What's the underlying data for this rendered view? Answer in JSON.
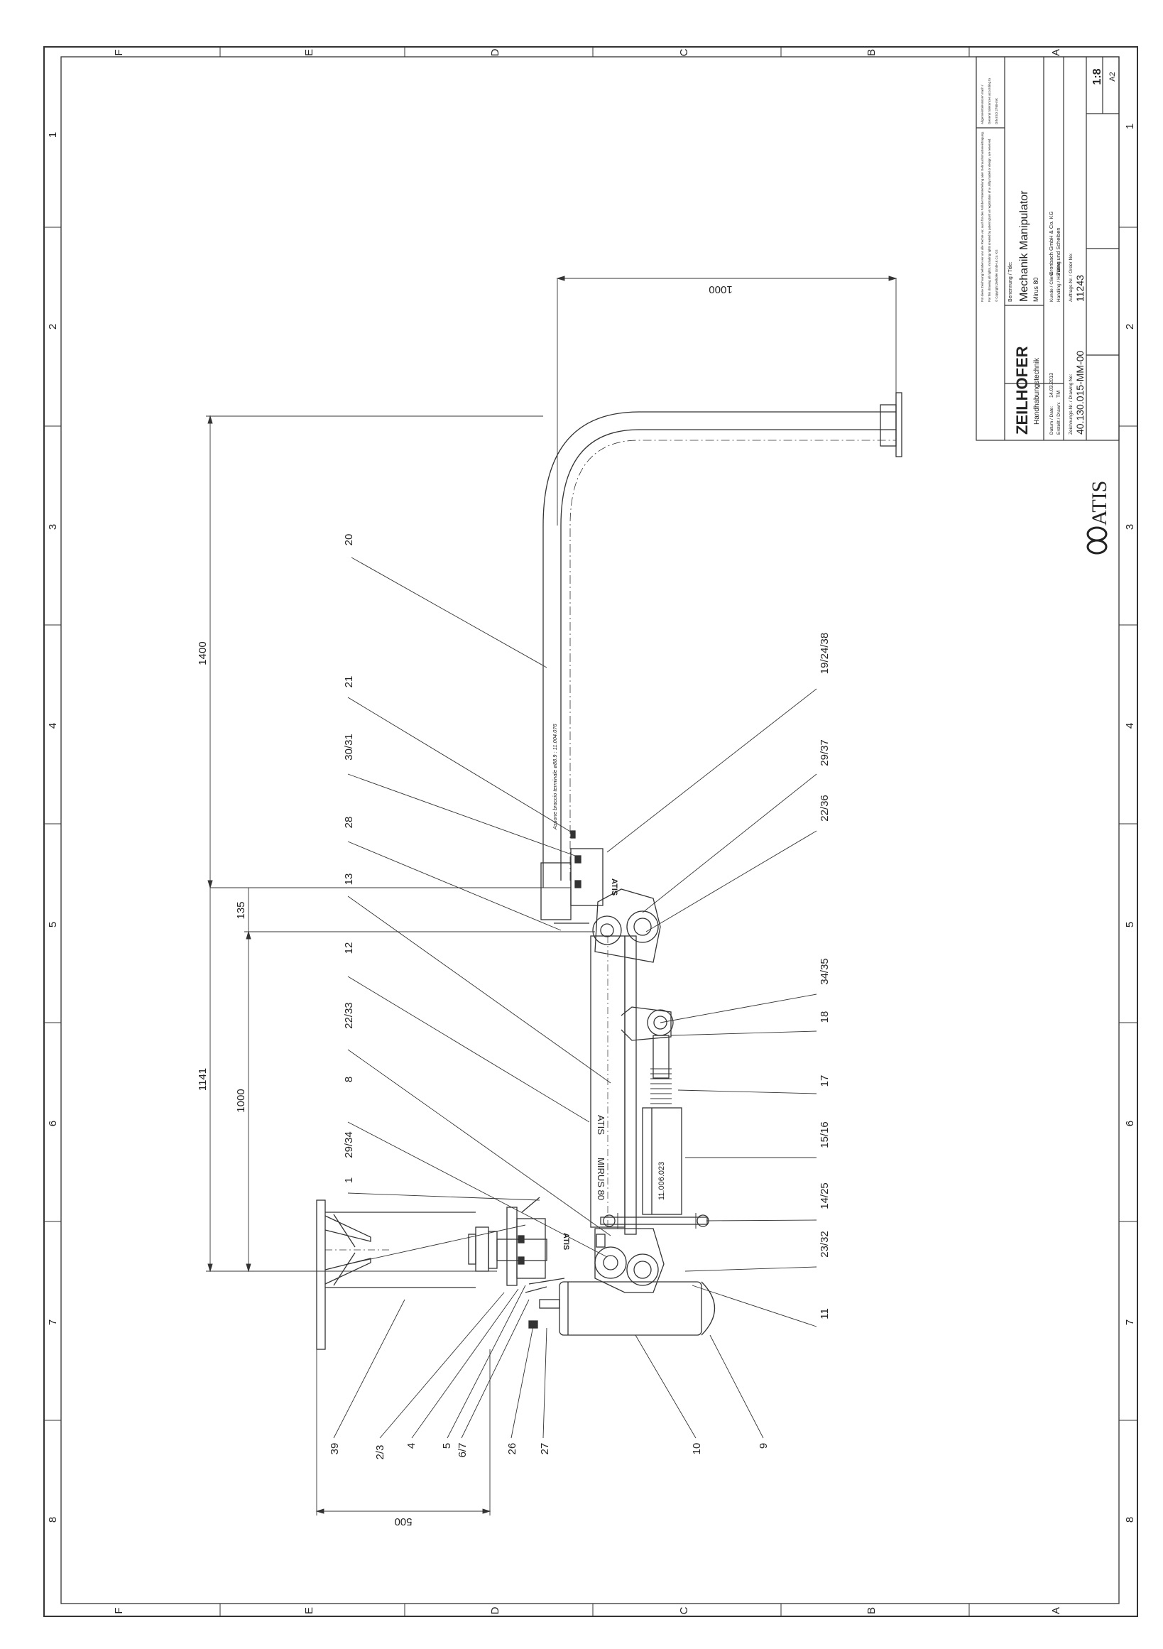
{
  "frame": {
    "letters": [
      "F",
      "E",
      "D",
      "C",
      "B",
      "A"
    ],
    "numbers": [
      "1",
      "2",
      "3",
      "4",
      "5",
      "6",
      "7",
      "8"
    ]
  },
  "dimensions": {
    "d1000_top": "1000",
    "d1400": "1400",
    "d135": "135",
    "d1141": "1141",
    "d1000_mid": "1000",
    "d500": "500"
  },
  "balloons": {
    "b20": "20",
    "b21": "21",
    "b30_31": "30/31",
    "b28": "28",
    "b13": "13",
    "b12": "12",
    "b22_33": "22/33",
    "b8": "8",
    "b29_34": "29/34",
    "b1": "1",
    "b19_24_38": "19/24/38",
    "b29_37": "29/37",
    "b22_36": "22/36",
    "b34_35": "34/35",
    "b18": "18",
    "b17": "17",
    "b15_16": "15/16",
    "b14_25": "14/25",
    "b23_32": "23/32",
    "b11": "11",
    "b39": "39",
    "b2_3": "2/3",
    "b4": "4",
    "b5": "5",
    "b6_7": "6/7",
    "b26": "26",
    "b27": "27",
    "b10": "10",
    "b9": "9"
  },
  "part_labels": {
    "arm_text": "Assone braccio terminale ø88.9 : 11.004.076",
    "cylinder_text": "11.006.023",
    "brand_arm": "ATIS",
    "model_arm": "MIRUS 80",
    "brand_joint_upper": "ATIS",
    "brand_joint_lower": "ATIS"
  },
  "title_block": {
    "company": "ZEILHOFER",
    "company_sub": "Handhabungstechnik",
    "legal_de": "Für diese Zeichnung behalten wir uns alle Rechte vor, auch für den Fall der Patenterteilung oder Gebrauchsmustereintragung.",
    "legal_en": "For this drawing all rights, including rights created by patent grant or registration of a utility model or design, are reserved.",
    "copyright": "© Copyright Zeilhofer GmbH & Co. KG",
    "tolerances_de": "Allgemeintoleranzen nach /",
    "tolerances_en": "General tolerances according to",
    "tolerances_std": "DIN ISO 2768-mK",
    "title_label": "Benennung / Title:",
    "title_value": "Mechanik Manipulator",
    "title_sub": "Mirus 80",
    "date_label": "Datum / Date:",
    "date_value": "14.03.2013",
    "drawn_label": "Erstellt / Drawn:",
    "drawn_value": "TM",
    "client_label": "Kunde / Client:",
    "client_value": "Gronbach GmbH & Co. KG",
    "handling_label": "Handling / Handling:",
    "handling_value": "Türen und Scheiben",
    "drawing_no_label": "Zeichnungs-Nr. / Drawing No:",
    "drawing_no_value": "40.130.015-MM-00",
    "order_no_label": "Auftrags-Nr. / Order No:",
    "order_no_value": "11243",
    "scale": "1:8",
    "format": "A2",
    "logo_text": "ATIS"
  }
}
